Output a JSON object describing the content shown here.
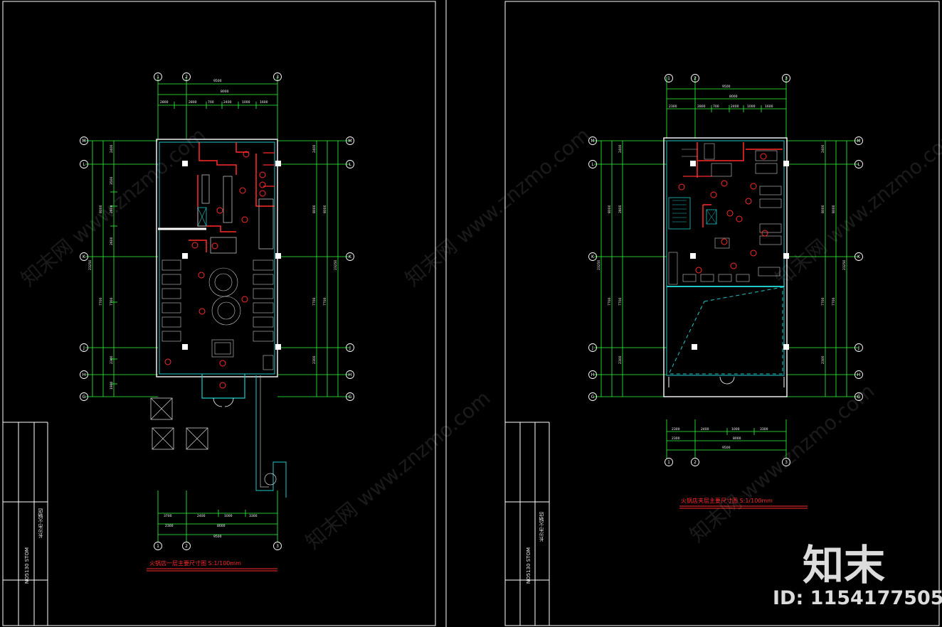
{
  "sheets": [
    {
      "caption": "火锅店一层主要尺寸图 S:1/100mm",
      "titleblock_text_1": "长沙市火锅店",
      "titleblock_text_2": "NO5130 STOM"
    },
    {
      "caption": "火锅店夹层主要尺寸图 S:1/100mm",
      "titleblock_text_1": "长沙市火锅店",
      "titleblock_text_2": "NO5130 STOM"
    }
  ],
  "grid_axes": {
    "columns_sheet1": [
      "1",
      "2",
      "3"
    ],
    "columns_sheet2": [
      "1",
      "2",
      "3"
    ],
    "rows": [
      "M",
      "L",
      "K",
      "J",
      "H",
      "G"
    ]
  },
  "dimensions": {
    "top_total": "9500",
    "bottom_total": "9500",
    "side_total": "23250"
  },
  "watermark": {
    "text": "知末网 www.znzmo.com",
    "brand": "知末",
    "id": "ID: 1154177505"
  },
  "colors": {
    "background": "#000000",
    "frame": "#ffffff",
    "dimension": "#2bff3a",
    "wall_red": "#ff2a2a",
    "wall_cyan": "#20c8c8",
    "axis_label": "#ffffff"
  }
}
